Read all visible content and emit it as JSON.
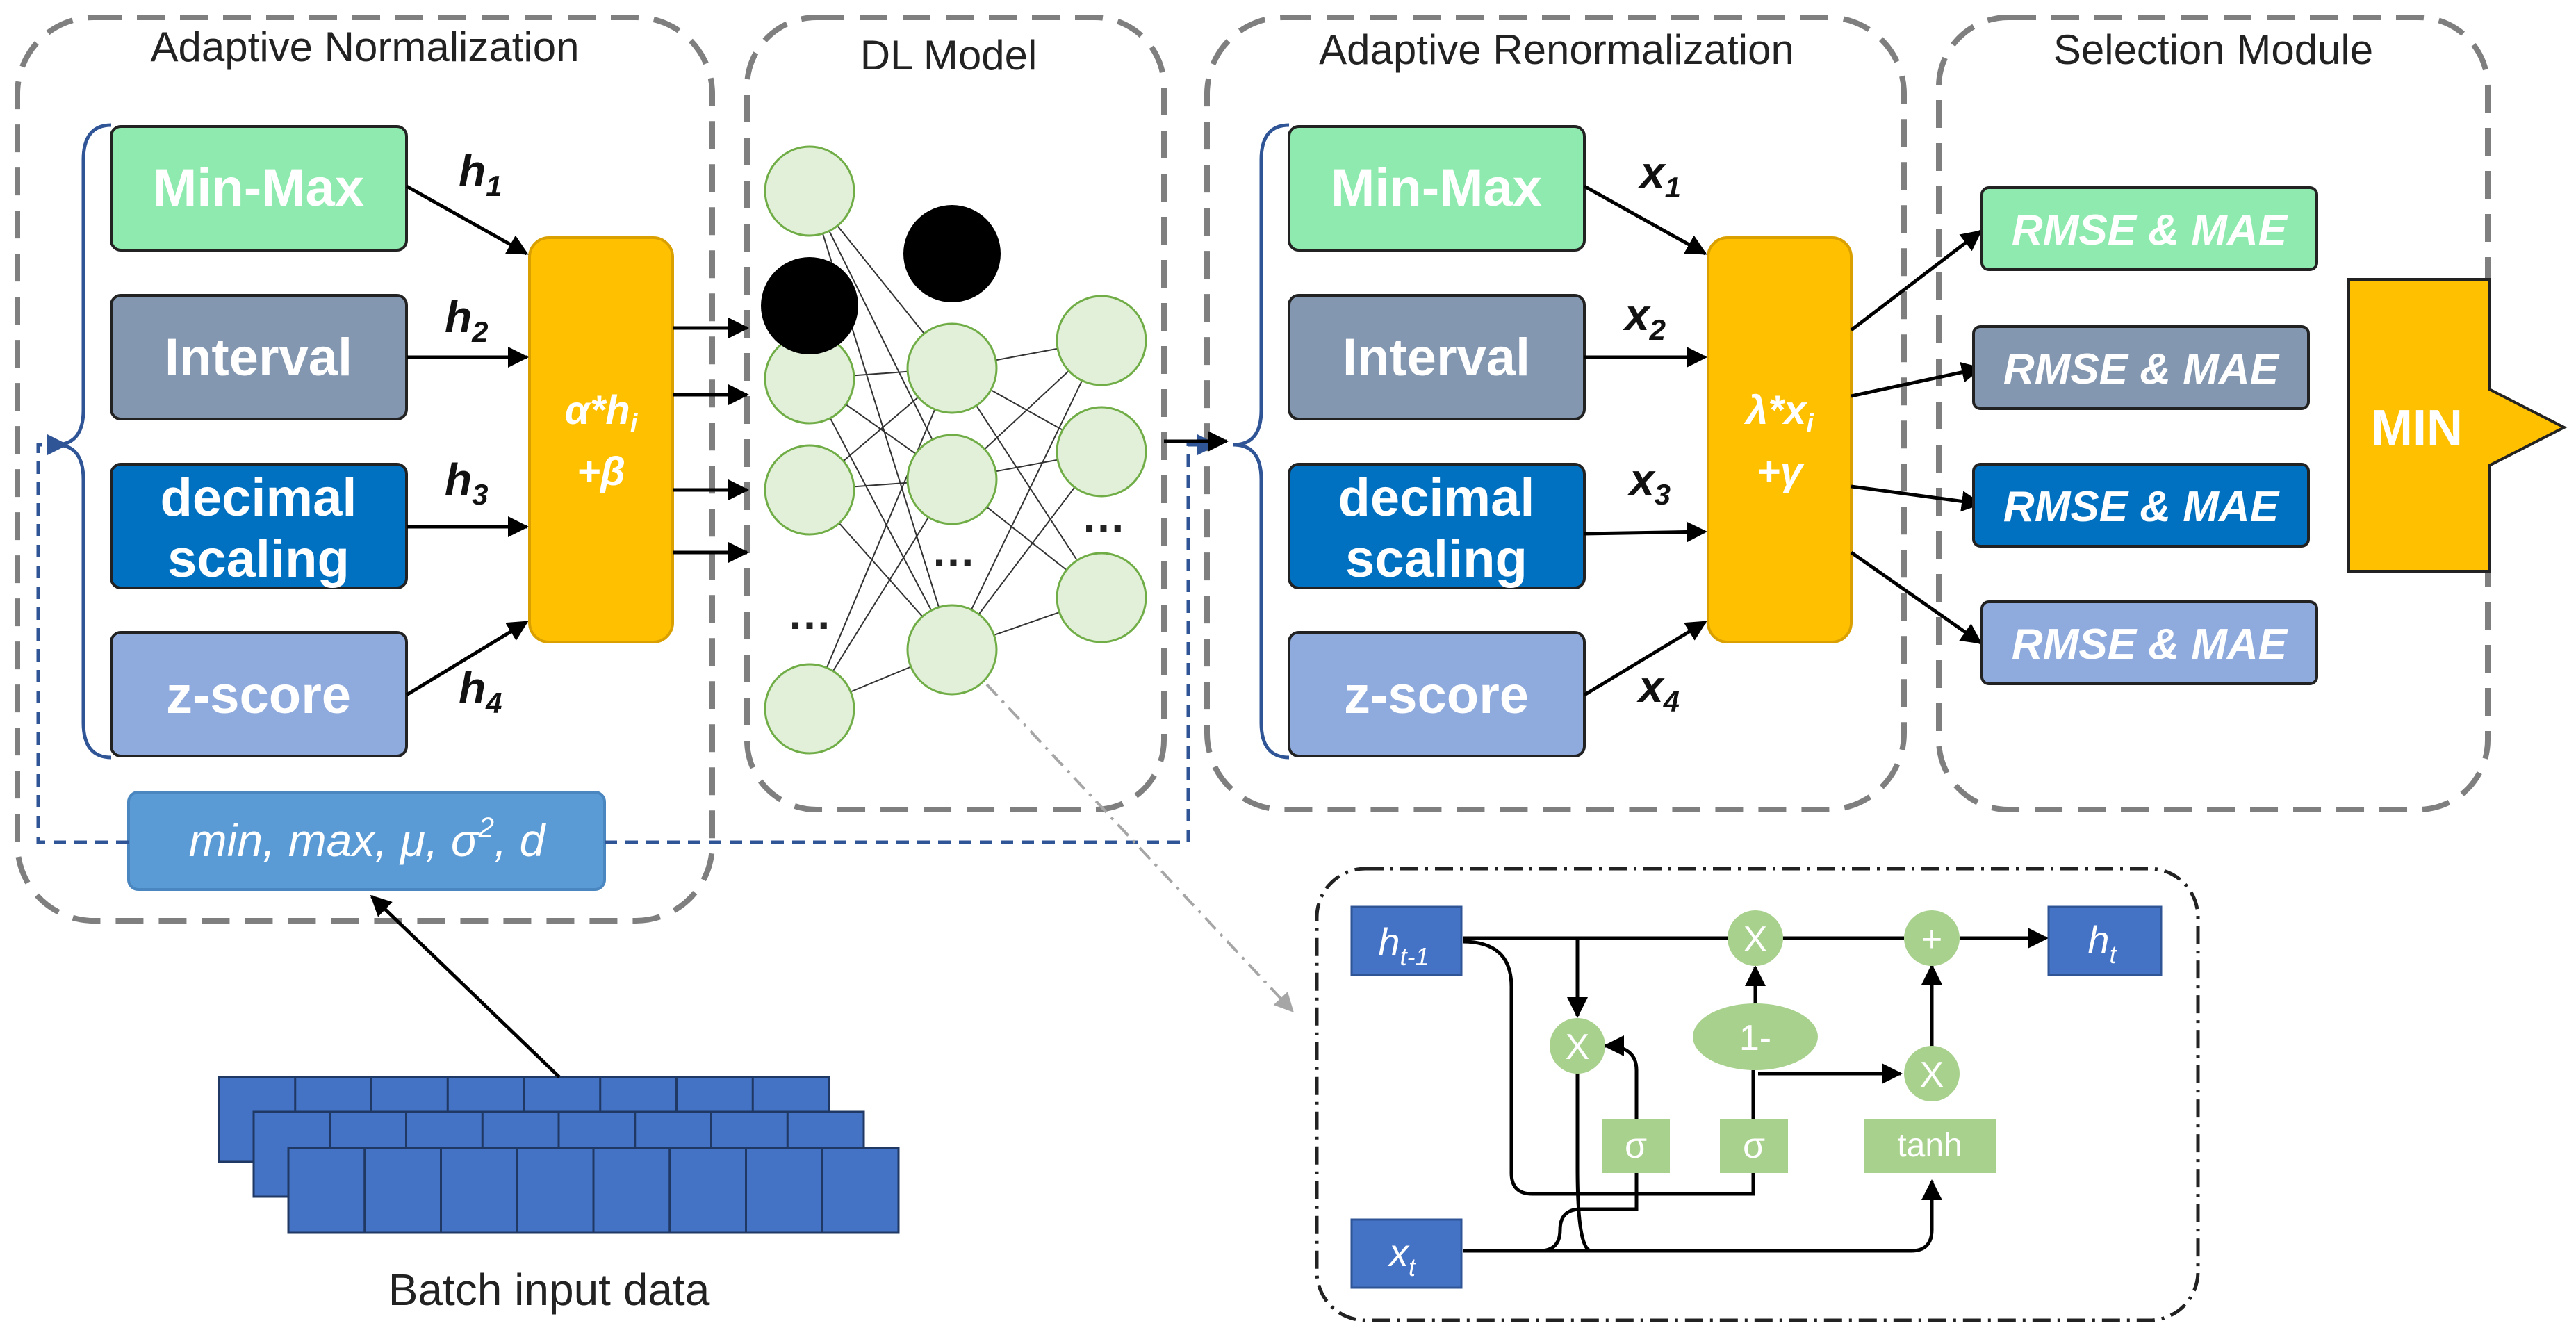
{
  "colors": {
    "green": "#8EEAAE",
    "slate": "#8497B0",
    "blue": "#0070C0",
    "light_blue": "#8FAADC",
    "orange": "#FFC000",
    "stats_blue": "#5B9BD5",
    "node_fill": "#E2F0D9",
    "gate_green": "#A9D18E",
    "state_blue": "#4472C4"
  },
  "sections": {
    "normalization": "Adaptive Normalization",
    "dl_model": "DL Model",
    "renormalization": "Adaptive Renormalization",
    "selection": "Selection Module"
  },
  "norm_methods": [
    {
      "line1": "Min-Max",
      "line2": "",
      "weight": "h",
      "sub": "1"
    },
    {
      "line1": "Interval",
      "line2": "",
      "weight": "h",
      "sub": "2"
    },
    {
      "line1": "decimal",
      "line2": "scaling",
      "weight": "h",
      "sub": "3"
    },
    {
      "line1": "z-score",
      "line2": "",
      "weight": "h",
      "sub": "4"
    }
  ],
  "renorm_methods": [
    {
      "line1": "Min-Max",
      "line2": "",
      "weight": "x",
      "sub": "1"
    },
    {
      "line1": "Interval",
      "line2": "",
      "weight": "x",
      "sub": "2"
    },
    {
      "line1": "decimal",
      "line2": "scaling",
      "weight": "x",
      "sub": "3"
    },
    {
      "line1": "z-score",
      "line2": "",
      "weight": "x",
      "sub": "4"
    }
  ],
  "norm_combiner": {
    "line1_main": "α*h",
    "line1_sub": "i",
    "line2": "+β"
  },
  "renorm_combiner": {
    "line1_main": "λ*x",
    "line1_sub": "i",
    "line2": "+γ"
  },
  "stats": {
    "before_sup": "min, max, μ, σ",
    "sup": "2",
    "after_sup": ", d"
  },
  "ellipsis": "…",
  "batch_label": "Batch input data",
  "metrics": [
    "RMSE & MAE",
    "RMSE & MAE",
    "RMSE & MAE",
    "RMSE & MAE"
  ],
  "min_label": "MIN",
  "gru": {
    "h_prev_main": "h",
    "h_prev_sub": "t-1",
    "x_main": "x",
    "x_sub": "t",
    "h_main": "h",
    "h_sub": "t",
    "mult": "X",
    "plus": "+",
    "one_minus": "1-",
    "sigma": "σ",
    "tanh": "tanh"
  }
}
